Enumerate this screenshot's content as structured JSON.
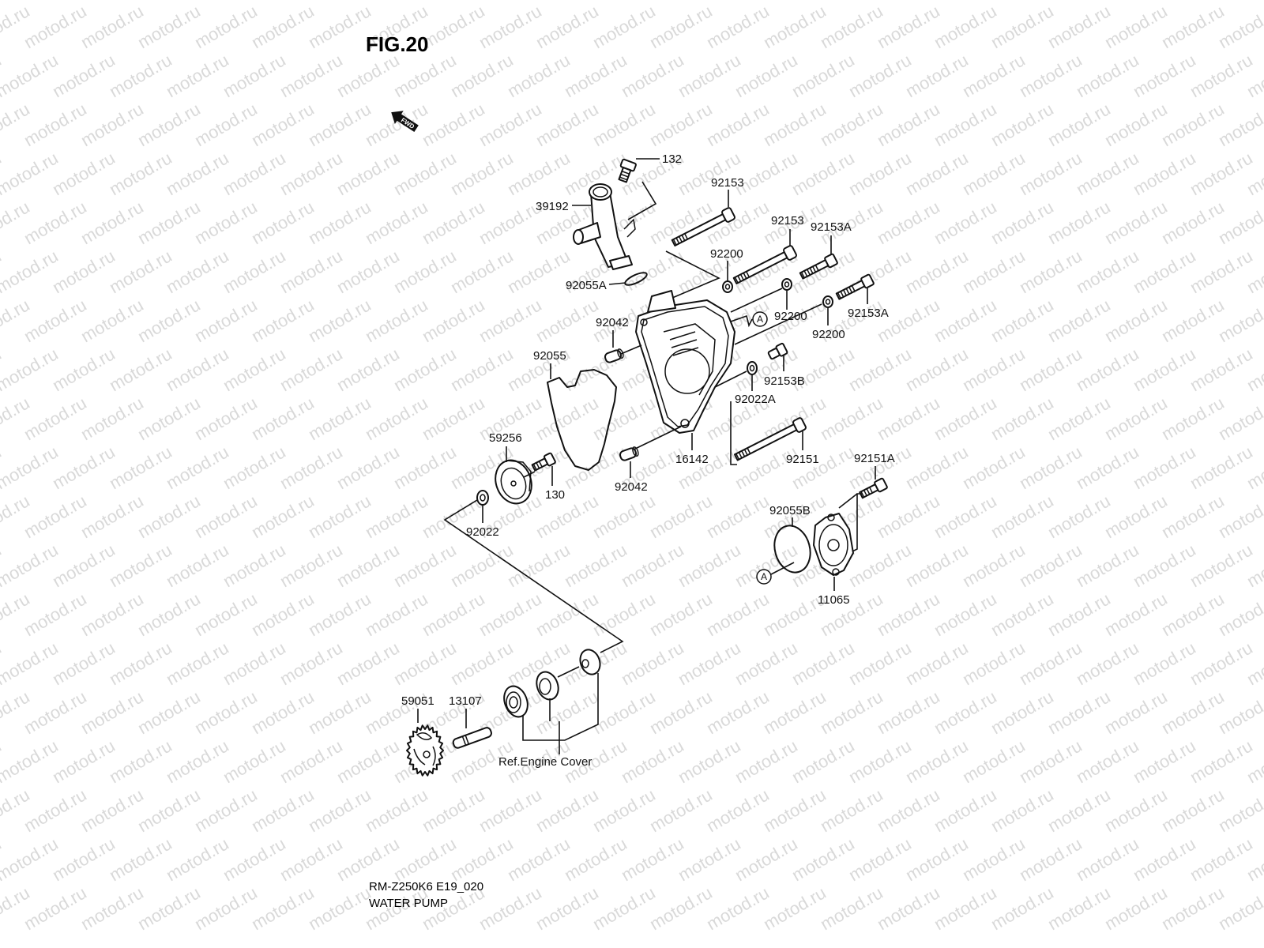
{
  "figure": {
    "title": "FIG.20",
    "fwd_label": "FWD",
    "model_code": "RM-Z250K6 E19_020",
    "section_name": "WATER PUMP",
    "watermark": "motod.ru"
  },
  "parts": {
    "p132": "132",
    "p39192": "39192",
    "p92153_top": "92153",
    "p92153_mid": "92153",
    "p92153A_top": "92153A",
    "p92153A_right": "92153A",
    "p92200_a": "92200",
    "p92200_b": "92200",
    "p92200_c": "92200",
    "p92055A": "92055A",
    "p92042_top": "92042",
    "p92042_bottom": "92042",
    "p92055": "92055",
    "p92153B": "92153B",
    "p92022A": "92022A",
    "p16142": "16142",
    "p92151": "92151",
    "p92151A": "92151A",
    "p59256": "59256",
    "p130": "130",
    "p92022": "92022",
    "p92055B": "92055B",
    "p11065": "11065",
    "p59051": "59051",
    "p13107": "13107",
    "ref_engine_cover": "Ref.Engine Cover"
  },
  "reference_marks": {
    "a_upper": "A",
    "a_lower": "A"
  }
}
